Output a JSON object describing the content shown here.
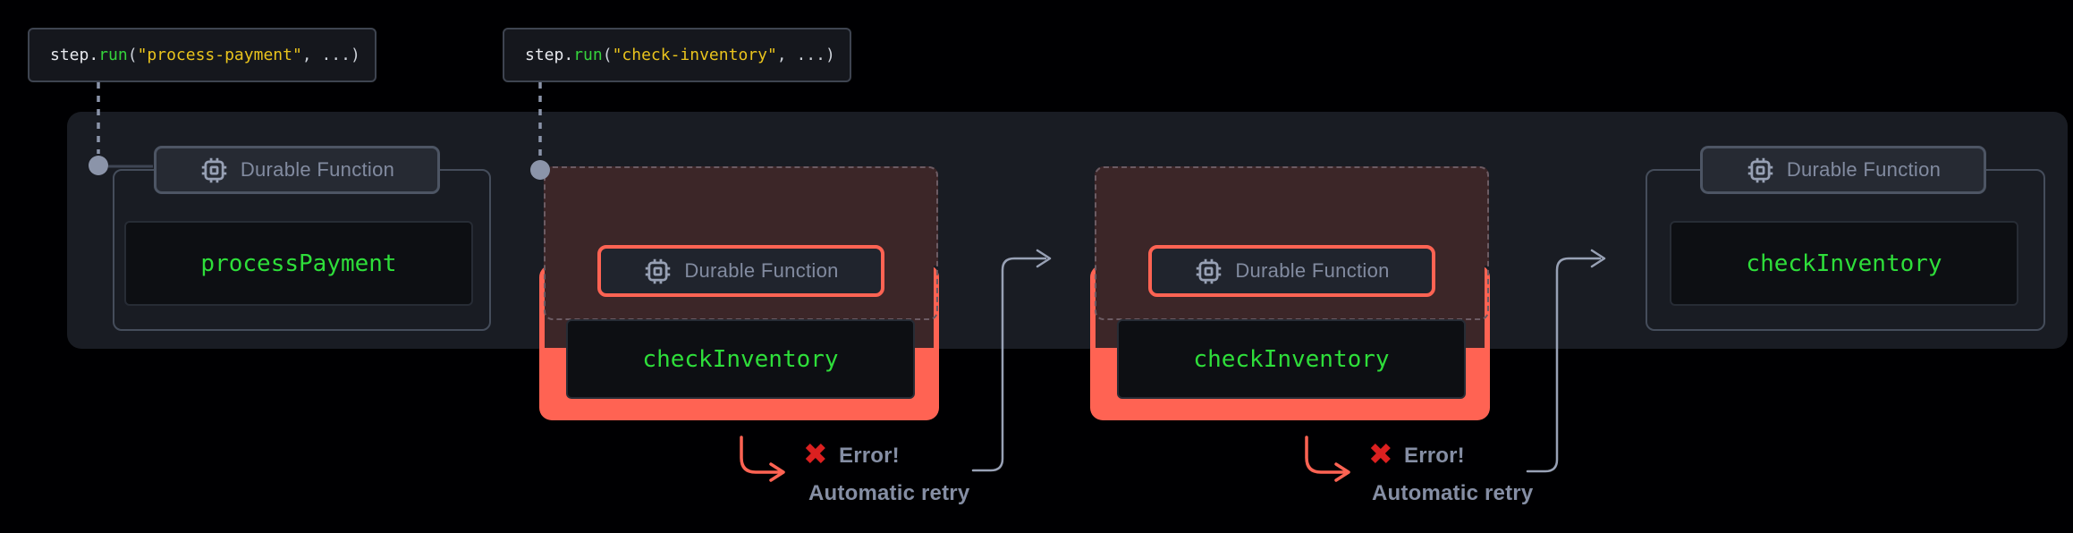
{
  "code_labels": [
    {
      "object": "step",
      "dot": ".",
      "method": "run",
      "open_paren": "(",
      "string_arg": "\"process-payment\"",
      "close": ", ...)"
    },
    {
      "object": "step",
      "dot": ".",
      "method": "run",
      "open_paren": "(",
      "string_arg": "\"check-inventory\"",
      "close": ", ...)"
    }
  ],
  "groups": [
    {
      "badge_label": "Durable Function",
      "function_name": "processPayment",
      "state": "success"
    },
    {
      "badge_label": "Durable Function",
      "function_name": "checkInventory",
      "state": "failed"
    },
    {
      "badge_label": "Durable Function",
      "function_name": "checkInventory",
      "state": "failed"
    },
    {
      "badge_label": "Durable Function",
      "function_name": "checkInventory",
      "state": "success"
    }
  ],
  "annotations": [
    {
      "icon": "✖",
      "error_label": "Error!",
      "retry_label": "Automatic retry"
    },
    {
      "icon": "✖",
      "error_label": "Error!",
      "retry_label": "Automatic retry"
    }
  ],
  "colors": {
    "page_bg": "#000002",
    "container_bg": "#191c23",
    "accent_error": "#ff6353",
    "ghost_bg": "#3c2628",
    "ghost_dash": "#6c5b63",
    "code_green": "#2ede3a",
    "code_yellow": "#e9c31d",
    "code_fg": "#e7e9ee",
    "badge_text": "#828ba0",
    "badge_border": "#4d5564",
    "box_border": "#454d5b",
    "connector_node": "#8b94a9",
    "retry_arrow": "#98a1b5",
    "annotation_text": "#858ea4",
    "error_x": "#dc2020",
    "code_box_bg": "#0d0f13",
    "badge_bg": "#262a33",
    "label_bg": "#15171d"
  }
}
